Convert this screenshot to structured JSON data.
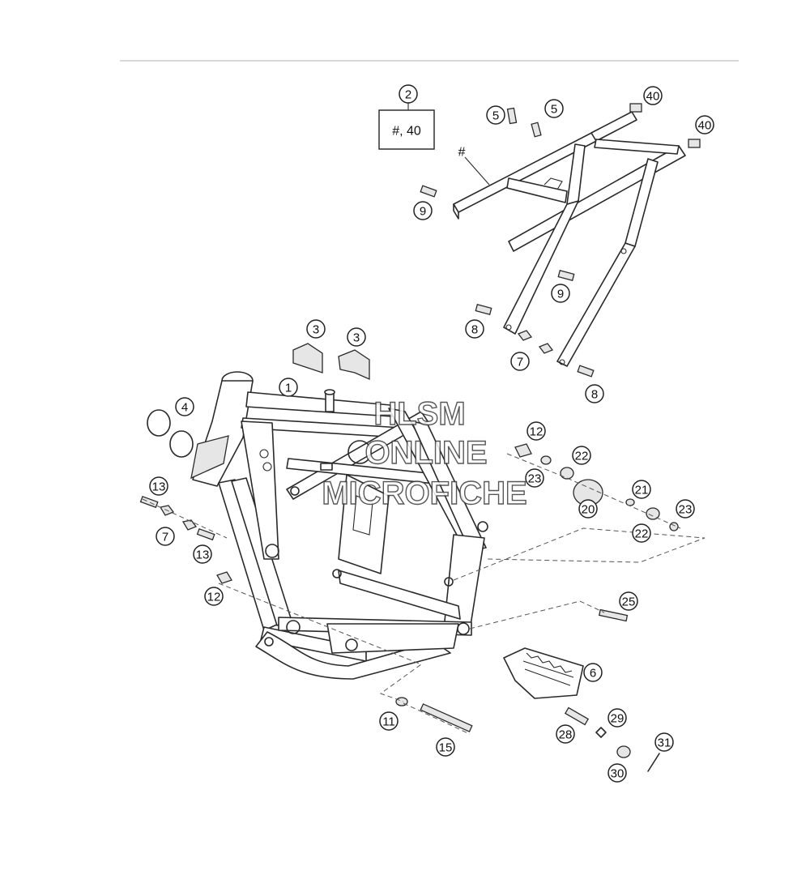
{
  "watermark": {
    "line1": "HLSM",
    "line2": "ONLINE",
    "line3": "MICROFICHE"
  },
  "box": {
    "label": "#, 40"
  },
  "subframe_marker": "#",
  "callouts": [
    "1",
    "2",
    "3",
    "3",
    "4",
    "5",
    "5",
    "6",
    "7",
    "7",
    "8",
    "8",
    "9",
    "9",
    "11",
    "12",
    "12",
    "13",
    "13",
    "15",
    "20",
    "21",
    "22",
    "22",
    "23",
    "23",
    "25",
    "28",
    "29",
    "30",
    "31",
    "40",
    "40"
  ]
}
